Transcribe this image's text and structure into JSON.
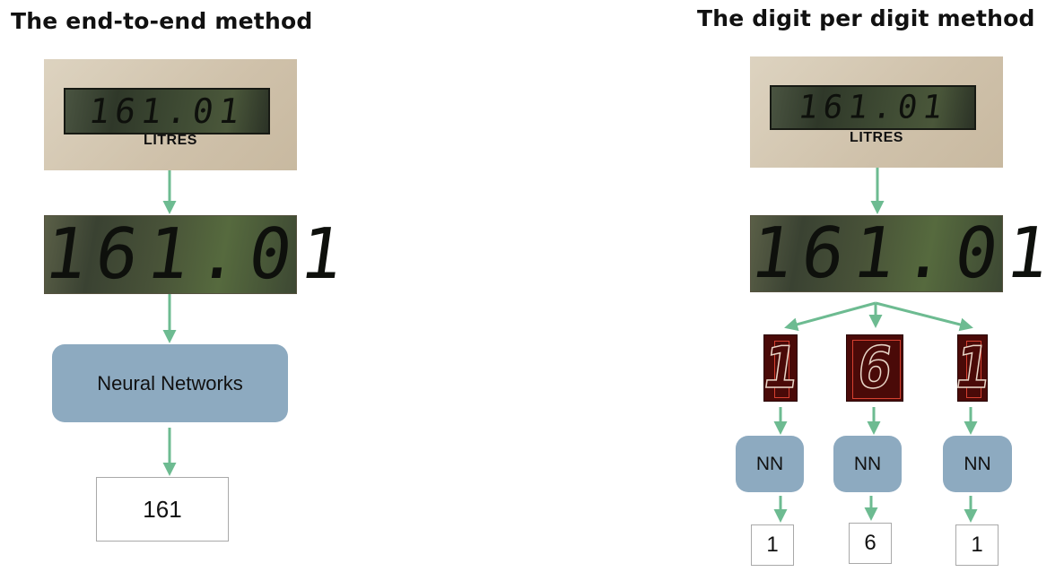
{
  "left": {
    "title": "The end-to-end method",
    "meter_digits": "161.01",
    "meter_caption": "LITRES",
    "crop_digits": "161.01",
    "model_label": "Neural Networks",
    "output": "161"
  },
  "right": {
    "title": "The digit per digit method",
    "meter_digits": "161.01",
    "meter_caption": "LITRES",
    "crop_digits": "161.01",
    "digit_crops": [
      "1",
      "6",
      "1"
    ],
    "model_label": "NN",
    "outputs": [
      "1",
      "6",
      "1"
    ]
  },
  "colors": {
    "arrow": "#6dbb91",
    "nn_box": "#8daac0",
    "digit_crop_bg": "#4a0a08"
  }
}
